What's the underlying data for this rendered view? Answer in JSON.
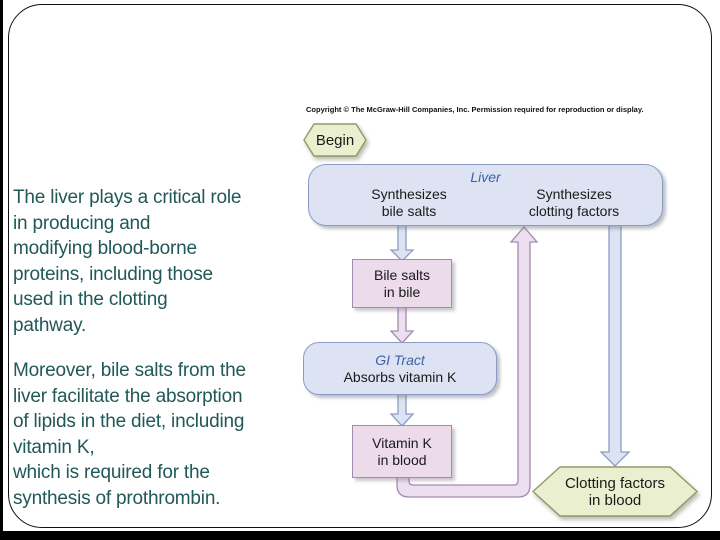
{
  "slide": {
    "copyright": "Copyright © The McGraw-Hill Companies, Inc. Permission required for reproduction or display.",
    "paragraph1": "The liver plays a critical role\nin producing and\nmodifying blood-borne\nproteins, including those\nused in the clotting\npathway.",
    "paragraph2": "Moreover, bile salts from the\nliver facilitate the absorption\nof lipids in the diet, including\nvitamin K,\nwhich is required for the\nsynthesis of prothrombin."
  },
  "diagram": {
    "begin_label": "Begin",
    "liver": {
      "title": "Liver",
      "left_item": "Synthesizes\nbile salts",
      "right_item": "Synthesizes\nclotting factors"
    },
    "bile_salts_label": "Bile salts\nin bile",
    "gi_tract": {
      "title": "GI Tract",
      "body": "Absorbs vitamin K"
    },
    "vitamin_k_label": "Vitamin K\nin blood",
    "clotting_label": "Clotting factors\nin blood",
    "colors": {
      "organ_box_fill": "#dde3f2",
      "organ_box_border": "#8b9cc4",
      "organ_title_text": "#3d63a6",
      "substance_box_fill": "#ebdbeb",
      "substance_box_border": "#a08cae",
      "terminal_hex_fill": "#eaf0cf",
      "terminal_hex_border": "#909a67",
      "body_text": "#215858"
    }
  }
}
